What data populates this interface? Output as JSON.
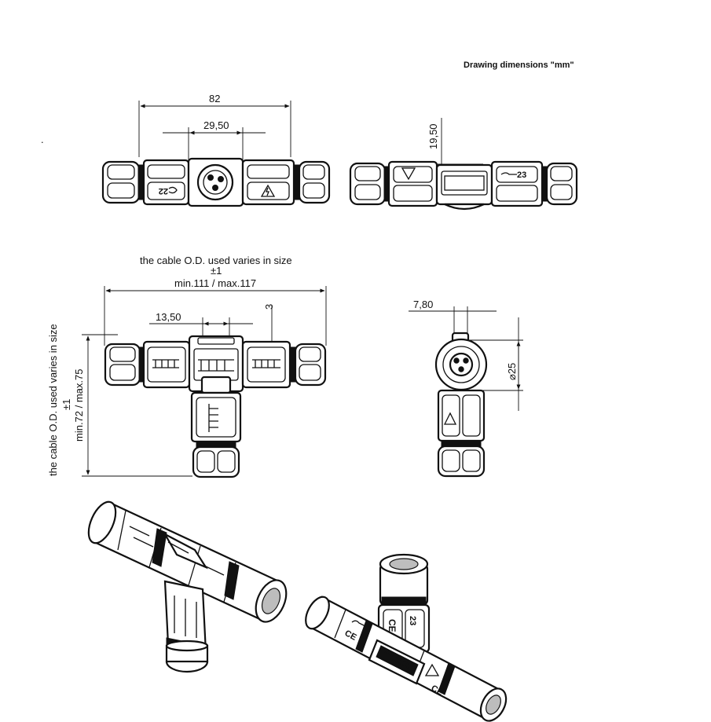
{
  "drawing": {
    "title": "Drawing dimensions \"mm\"",
    "stray_mark": "."
  },
  "dimensions": {
    "overall_length_top": "82",
    "center_width_top": "29,50",
    "side_height": "19,50",
    "cable_note_horizontal": "the cable O.D. used varies in size",
    "tolerance_horizontal": "±1",
    "length_range": "min.111 / max.117",
    "inner_width": "13,50",
    "offset": "3",
    "flat_width": "7,80",
    "diameter": "⌀25",
    "cable_note_vertical": "the cable O.D. used varies in size",
    "tolerance_vertical": "±1",
    "height_range": "min.72 / max.75"
  },
  "markings": {
    "wrench_label": "22",
    "wrench_label_mirror": "23",
    "ce_mark": "CE"
  },
  "colors": {
    "line": "#111111",
    "body_fill": "#ffffff",
    "shade": "#bdbdbd"
  }
}
